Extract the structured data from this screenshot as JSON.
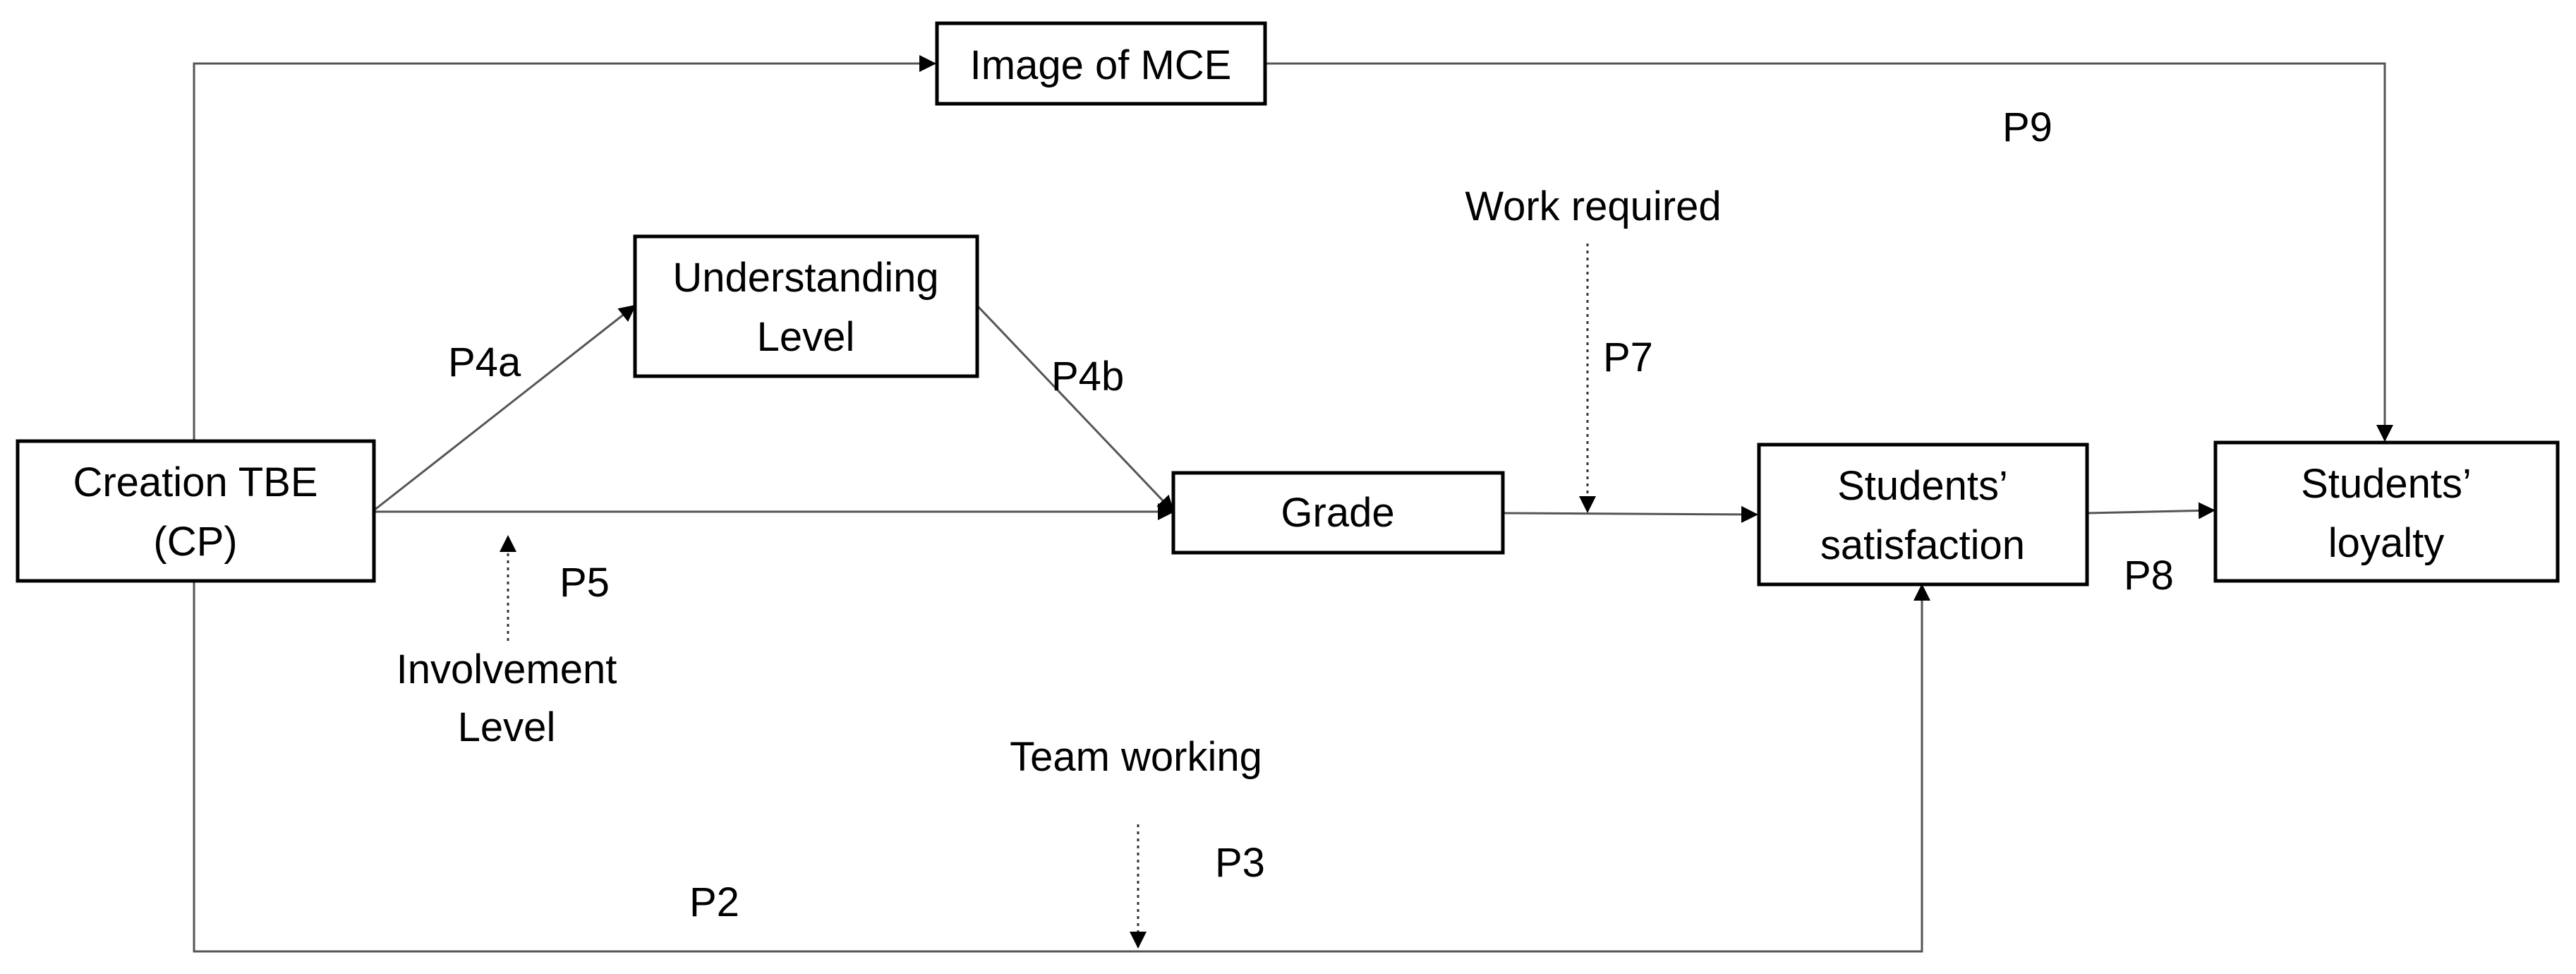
{
  "nodes": {
    "creation_tbe": {
      "line1": "Creation TBE",
      "line2": "(CP)"
    },
    "image_mce": {
      "label": "Image of MCE"
    },
    "understanding_level": {
      "line1": "Understanding",
      "line2": "Level"
    },
    "grade": {
      "label": "Grade"
    },
    "students_satisfaction": {
      "line1": "Students’",
      "line2": "satisfaction"
    },
    "students_loyalty": {
      "line1": "Students’",
      "line2": "loyalty"
    }
  },
  "moderators": {
    "work_required": "Work required",
    "involvement_level": {
      "line1": "Involvement",
      "line2": "Level"
    },
    "team_working": "Team working"
  },
  "propositions": {
    "p2": "P2",
    "p3": "P3",
    "p4a": "P4a",
    "p4b": "P4b",
    "p5": "P5",
    "p7": "P7",
    "p8": "P8",
    "p9": "P9"
  }
}
